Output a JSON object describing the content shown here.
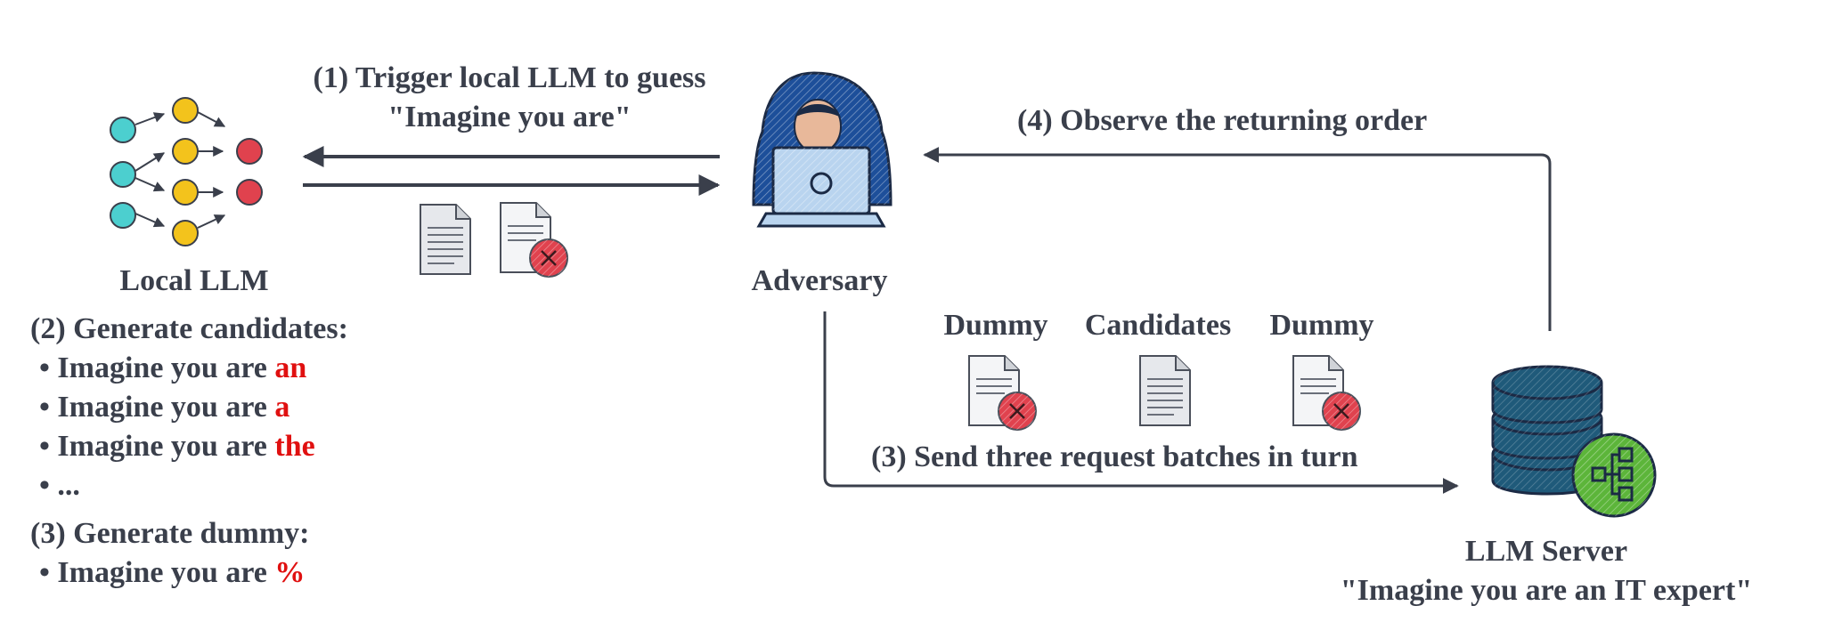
{
  "colors": {
    "text": "#3a3f4b",
    "highlight": "#e01010",
    "arrow": "#3a3f4b",
    "node_cyan": "#4ccfcf",
    "node_yellow": "#f3c31c",
    "node_red": "#e0424e",
    "hacker_blue": "#1d4f9a",
    "database_blue": "#1f5a7a",
    "network_green": "#5cb53a"
  },
  "step1": {
    "line1": "(1) Trigger local LLM to guess",
    "line2": "\"Imagine you are\""
  },
  "local_llm": {
    "label": "Local LLM"
  },
  "adversary": {
    "label": "Adversary"
  },
  "step4": {
    "label": "(4) Observe the returning order"
  },
  "step2": {
    "title": "(2) Generate candidates:",
    "items": [
      {
        "bullet": "•",
        "prefix": "Imagine you are ",
        "word": "an"
      },
      {
        "bullet": "•",
        "prefix": "Imagine you are ",
        "word": "a"
      },
      {
        "bullet": "•",
        "prefix": "Imagine you are ",
        "word": "the"
      },
      {
        "bullet": "•",
        "prefix": "...",
        "word": ""
      }
    ]
  },
  "step3_dummy": {
    "title": "(3) Generate dummy:",
    "items": [
      {
        "bullet": "•",
        "prefix": "Imagine you are ",
        "word": "%"
      }
    ]
  },
  "batches": {
    "dummy1": "Dummy",
    "candidates": "Candidates",
    "dummy2": "Dummy"
  },
  "step3": {
    "label": "(3) Send three request batches in turn"
  },
  "llm_server": {
    "label": "LLM Server",
    "prompt": "\"Imagine you are an IT expert\""
  }
}
